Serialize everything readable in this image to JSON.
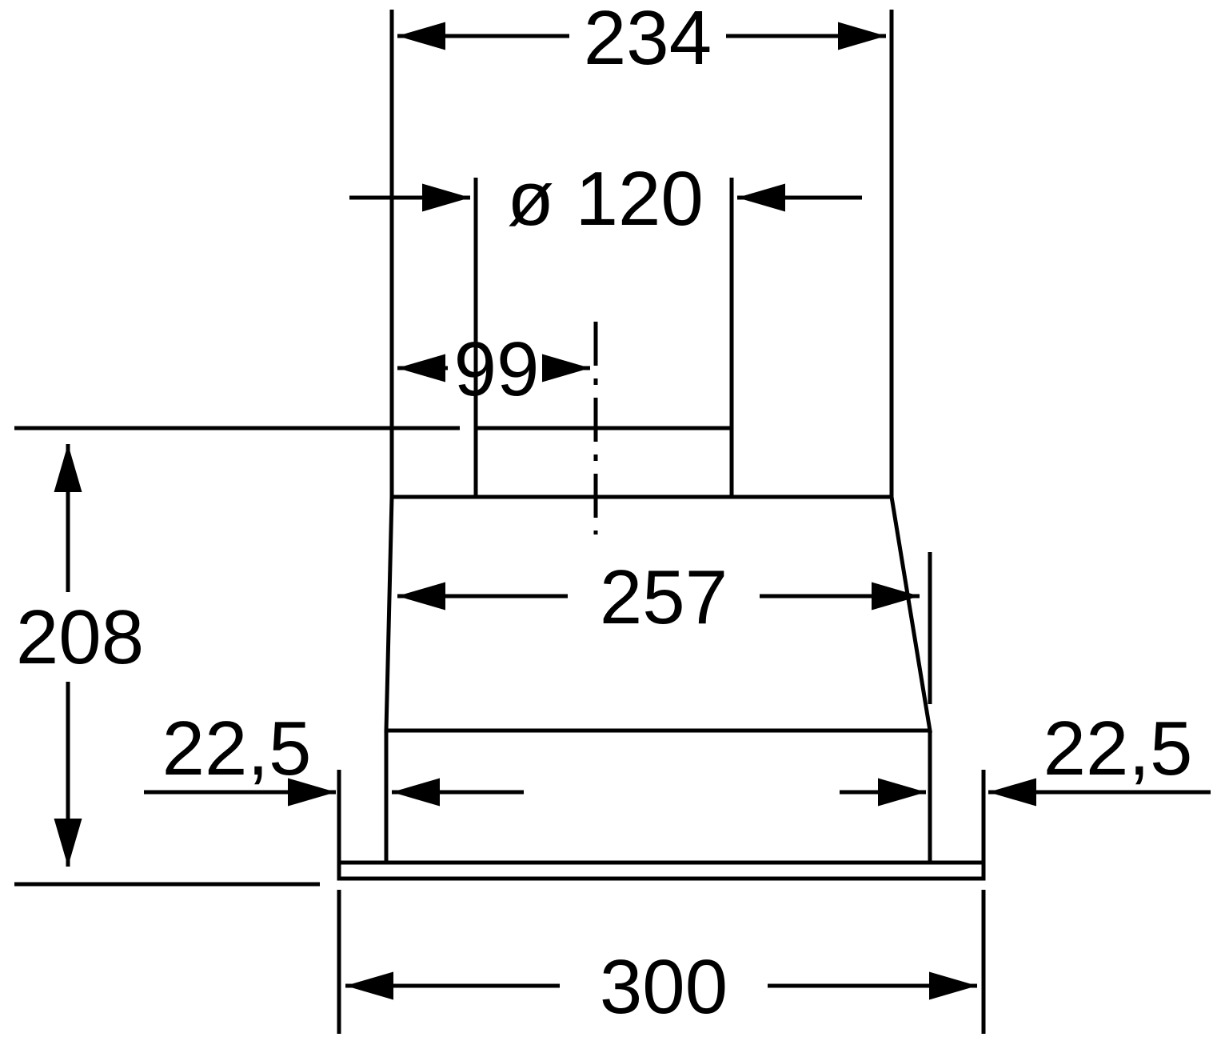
{
  "diagram": {
    "type": "technical-dimension-drawing",
    "subject": "built-in cooker hood / canopy extractor front view with dimensions",
    "colors": {
      "line": "#000000",
      "background": "#ffffff"
    },
    "dimensions": {
      "top_width": "234",
      "duct_diameter": "ø 120",
      "duct_offset": "99",
      "height": "208",
      "body_width": "257",
      "left_overhang": "22,5",
      "right_overhang": "22,5",
      "bottom_width": "300"
    }
  }
}
